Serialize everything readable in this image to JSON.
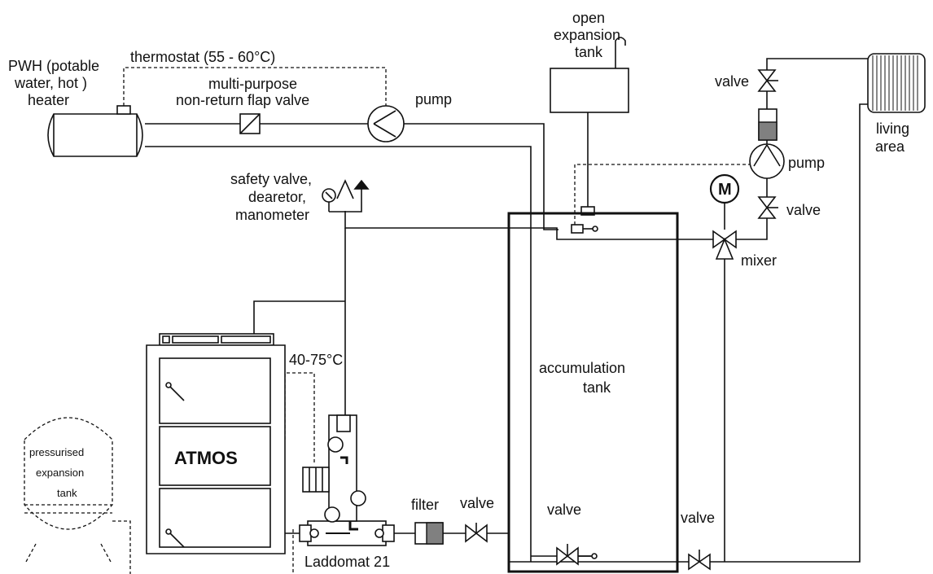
{
  "labels": {
    "pwh_heater": [
      "PWH (potable",
      "water, hot )",
      "heater"
    ],
    "thermostat": "thermostat (55 - 60°C)",
    "flap_valve": [
      "multi-purpose",
      "non-return flap valve"
    ],
    "pump_top": "pump",
    "open_tank": [
      "open",
      "expansion",
      "tank"
    ],
    "valve_top_right": "valve",
    "living_area": [
      "living",
      "area"
    ],
    "pump_right": "pump",
    "valve_right": "valve",
    "mixer": "mixer",
    "motor": "M",
    "safety_group": [
      "safety valve,",
      "dearetor,",
      "manometer"
    ],
    "boiler_temp": "40-75°C",
    "brand": "ATMOS",
    "pressurised_tank": [
      "pressurised",
      "expansion",
      "tank"
    ],
    "filter": "filter",
    "valve_mid": "valve",
    "valve_inside": "valve",
    "valve_bottom_right": "valve",
    "accumulation_tank": [
      "accumulation",
      "tank"
    ],
    "laddomat": "Laddomat 21"
  },
  "colors": {
    "line": "#111111",
    "fill": "#ffffff",
    "filter_gray": "#808080"
  }
}
